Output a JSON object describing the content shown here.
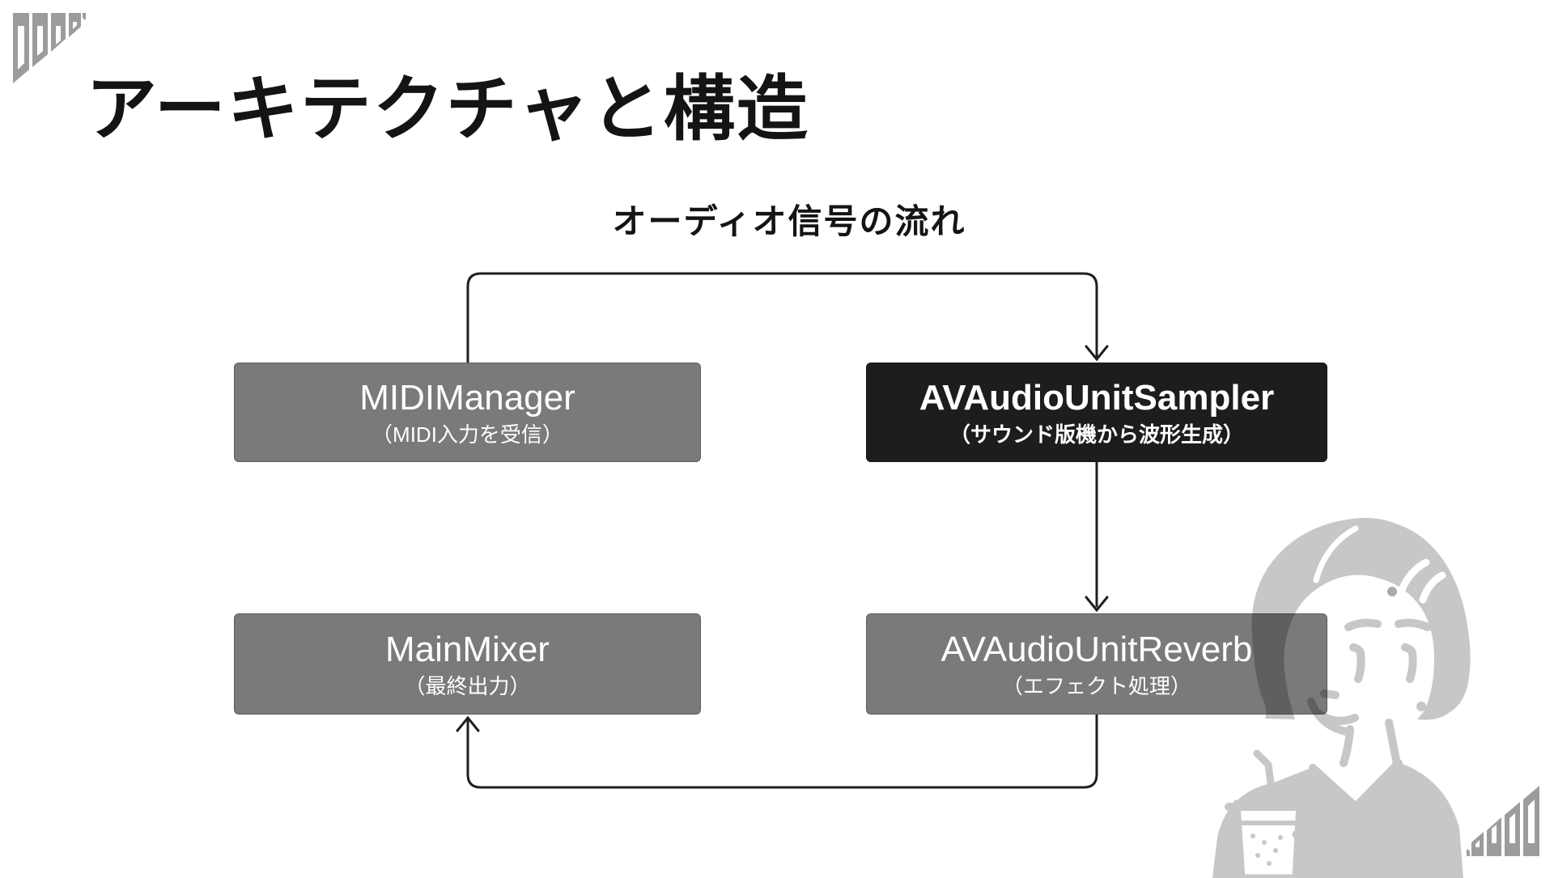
{
  "slide": {
    "title": "アーキテクチャと構造",
    "diagram_title": "オーディオ信号の流れ",
    "nodes": [
      {
        "label": "MIDIManager",
        "sublabel": "（MIDI入力を受信）",
        "emphasis": false
      },
      {
        "label": "AVAudioUnitSampler",
        "sublabel": "（サウンド版機から波形生成）",
        "emphasis": true
      },
      {
        "label": "MainMixer",
        "sublabel": "（最終出力）",
        "emphasis": false
      },
      {
        "label": "AVAudioUnitReverb",
        "sublabel": "（エフェクト処理）",
        "emphasis": false
      }
    ],
    "edges": [
      {
        "from": "MIDIManager",
        "to": "AVAudioUnitSampler"
      },
      {
        "from": "AVAudioUnitSampler",
        "to": "AVAudioUnitReverb"
      },
      {
        "from": "AVAudioUnitReverb",
        "to": "MainMixer"
      }
    ],
    "colors": {
      "title_text": "#141414",
      "node_gray": "#7a7a7a",
      "node_black": "#1d1d1d",
      "node_text": "#ffffff",
      "line": "#1f1f1f",
      "logo_gray": "#9c9c9c",
      "illustration_gray": "#c7c7c7",
      "illustration_accent": "#ababab"
    },
    "decorations": {
      "top_left_logo": "dojo-triangle-logo",
      "bottom_right_logo": "dojo-triangle-logo-rotated",
      "illustration": "person-with-drink-sketch"
    }
  }
}
